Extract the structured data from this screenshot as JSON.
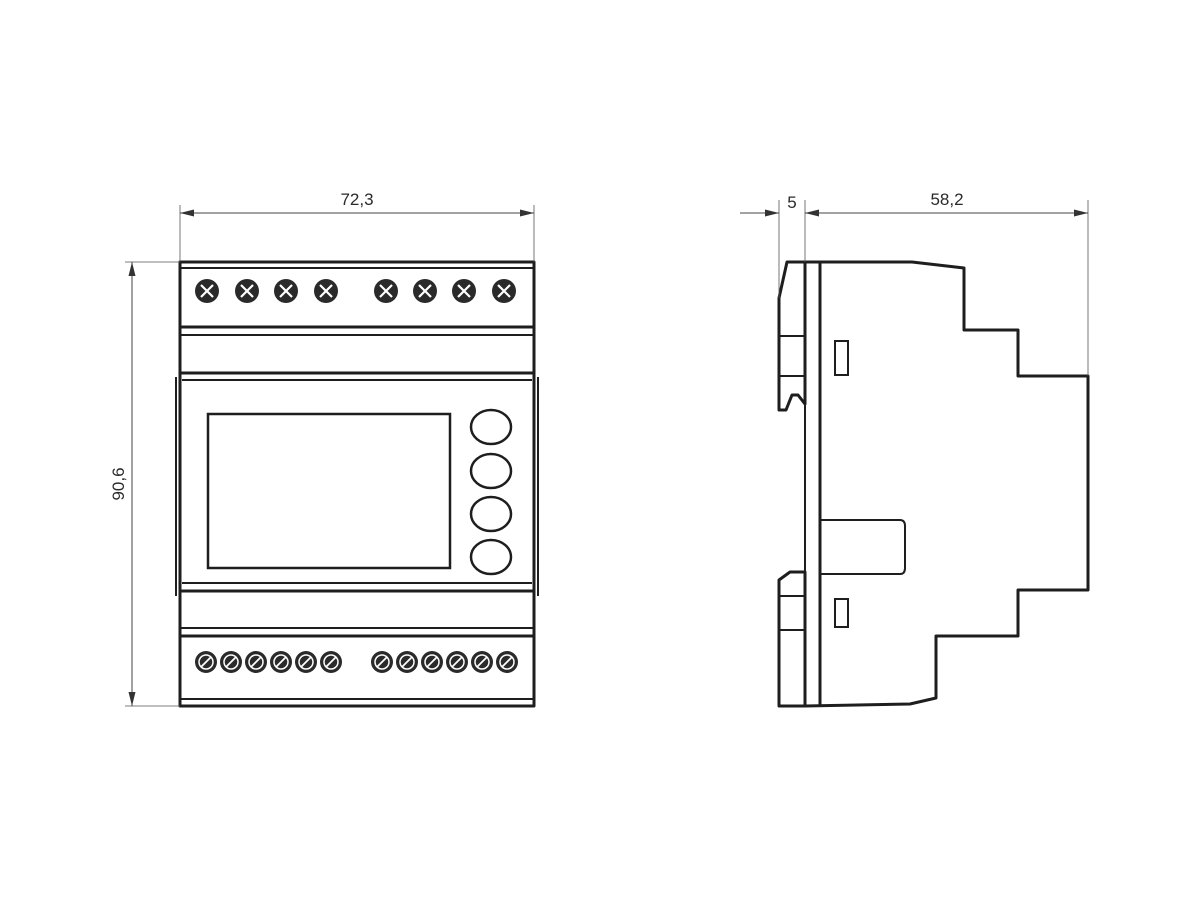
{
  "drawing": {
    "front_view": {
      "width_label": "72,3",
      "height_label": "90,6",
      "top_terminals": 8,
      "bottom_terminals": 12,
      "buttons": 4
    },
    "side_view": {
      "offset_label": "5",
      "depth_label": "58,2"
    },
    "colors": {
      "line": "#1e1e1e",
      "dimension": "#444444",
      "background": "#ffffff"
    }
  }
}
